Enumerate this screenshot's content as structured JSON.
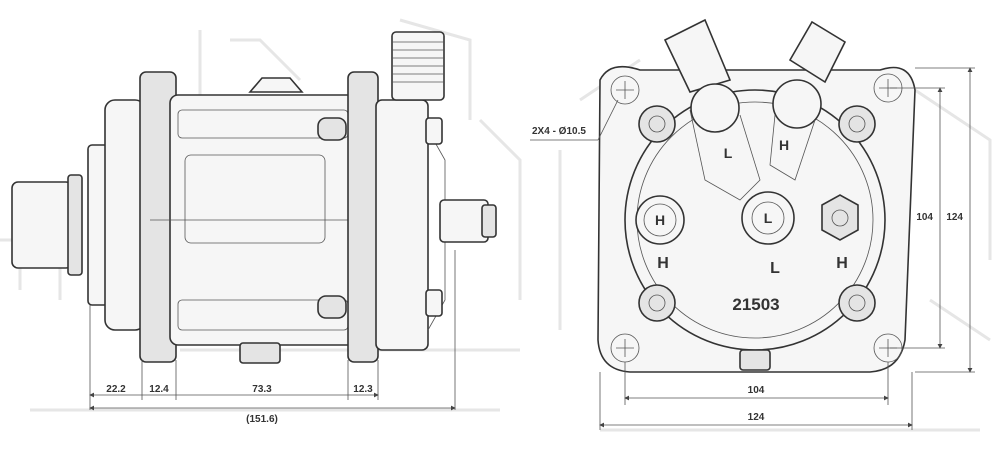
{
  "left_view": {
    "dims": [
      "22.2",
      "12.4",
      "73.3",
      "12.3"
    ],
    "total": "(151.6)"
  },
  "right_view": {
    "hole_callout": "2X4 - Ø10.5",
    "model_number": "21503",
    "port_labels": {
      "top_left": "L",
      "top_right": "H",
      "side_h": "H",
      "center_l": "L",
      "below_left": "H",
      "below_center": "L",
      "below_right": "H"
    },
    "dims": {
      "inner_height": "104",
      "outer_height": "124",
      "inner_width": "104",
      "outer_width": "124"
    }
  }
}
